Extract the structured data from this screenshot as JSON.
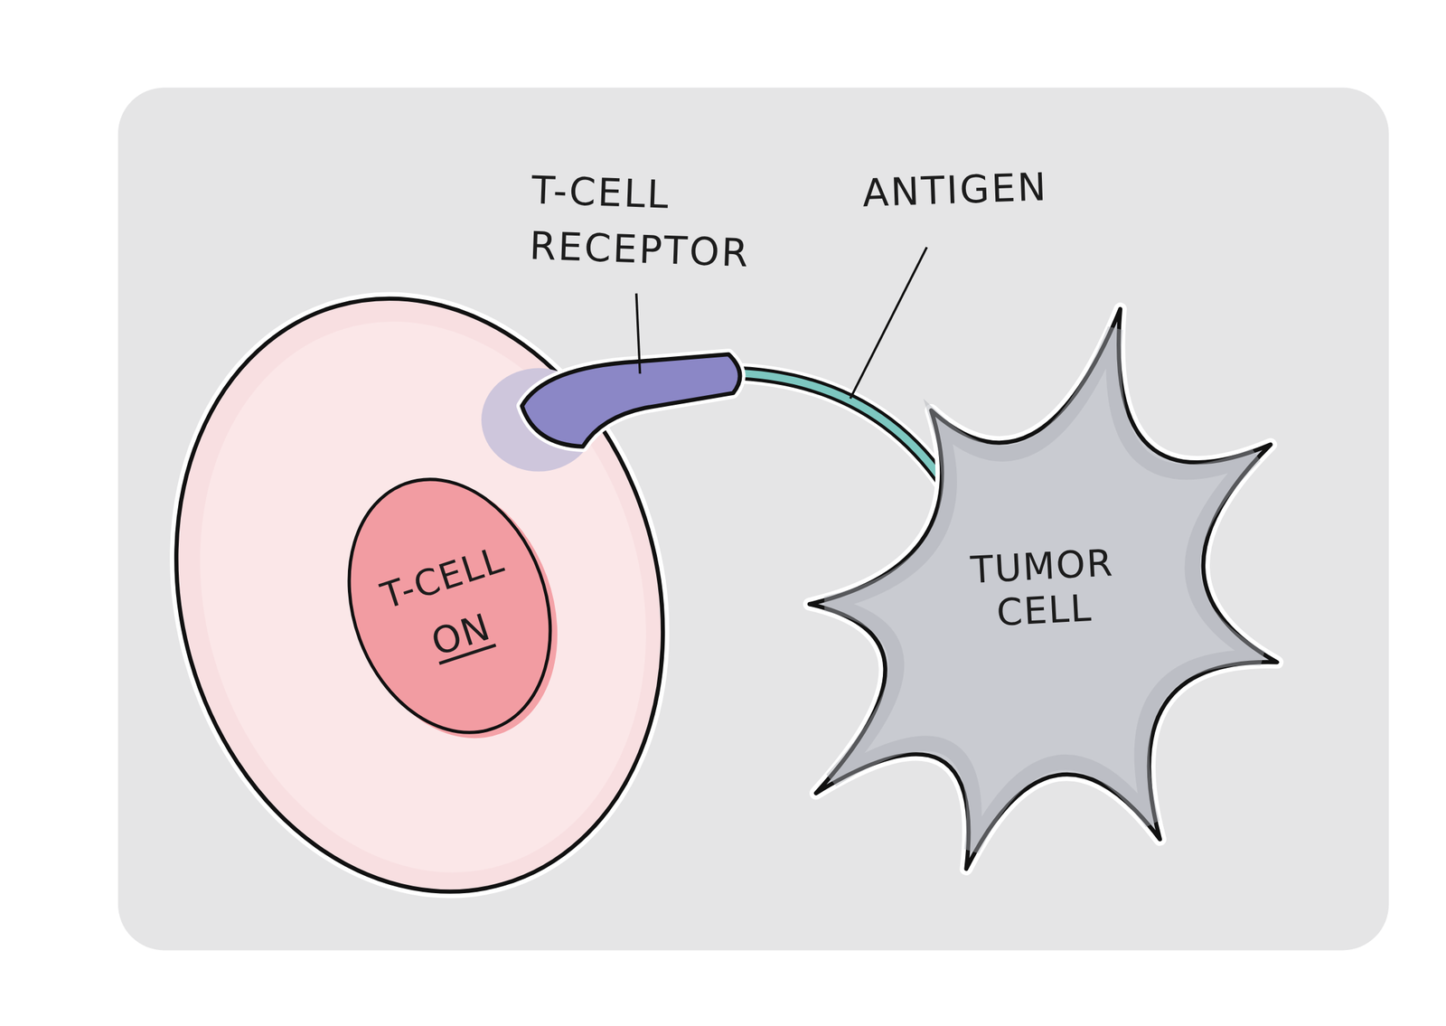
{
  "diagram": {
    "nodes": [
      {
        "text": [
          "T-CELL",
          "ON"
        ]
      },
      {
        "text": [
          "TUMOR CELL"
        ]
      }
    ],
    "labels": [
      "T-CELL RECEPTOR",
      "ANTIGEN"
    ]
  }
}
